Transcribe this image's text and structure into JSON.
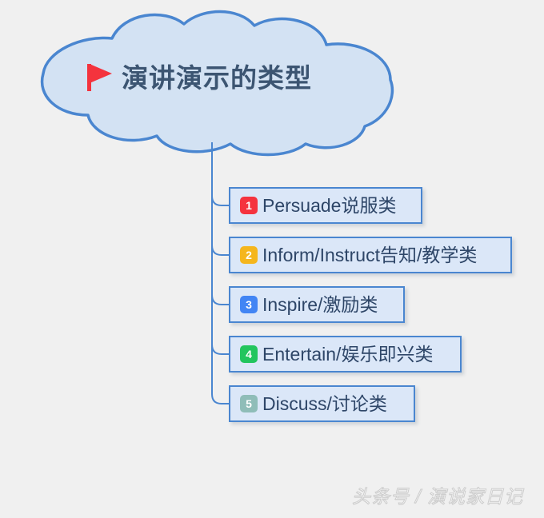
{
  "background_color": "#f0f0f0",
  "root": {
    "title": "演讲演示的类型",
    "icon": "red-flag-icon",
    "shape": "cloud",
    "fill_color": "#d3e2f3",
    "border_color": "#4a86d0",
    "title_color": "#3c5572",
    "flag_color": "#f4333d"
  },
  "connector": {
    "color": "#4a86d0",
    "style": "curved-trunk-with-branches"
  },
  "branches": [
    {
      "number": "1",
      "label": "Persuade说服类",
      "badge_color": "#f5333f",
      "node_fill": "#dbe7f8",
      "node_border": "#4a86d0"
    },
    {
      "number": "2",
      "label": "Inform/Instruct告知/教学类",
      "badge_color": "#f5b61d",
      "node_fill": "#dbe7f8",
      "node_border": "#4a86d0"
    },
    {
      "number": "3",
      "label": "Inspire/激励类",
      "badge_color": "#4285f4",
      "node_fill": "#dbe7f8",
      "node_border": "#4a86d0"
    },
    {
      "number": "4",
      "label": "Entertain/娱乐即兴类",
      "badge_color": "#22c55e",
      "node_fill": "#dbe7f8",
      "node_border": "#4a86d0"
    },
    {
      "number": "5",
      "label": "Discuss/讨论类",
      "badge_color": "#8fbdb8",
      "node_fill": "#dbe7f8",
      "node_border": "#4a86d0"
    }
  ],
  "watermark": {
    "text": "头条号 / 演说家日记"
  }
}
